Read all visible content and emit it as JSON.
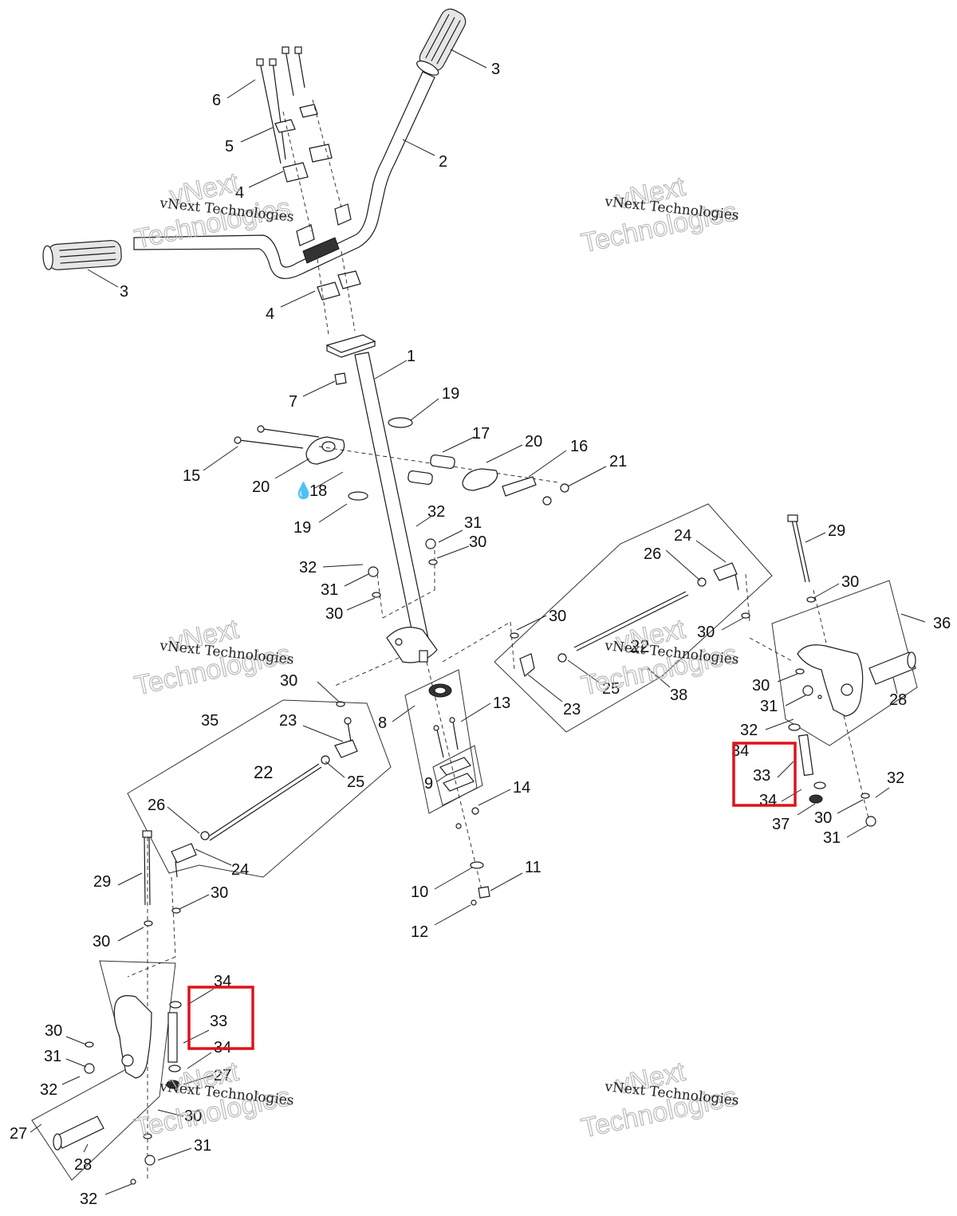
{
  "watermark": {
    "company": "vNext Technologies",
    "brand_line1": "vNext",
    "brand_line2": "Technologies"
  },
  "callouts": {
    "c1": "1",
    "c2": "2",
    "c3a": "3",
    "c3b": "3",
    "c4a": "4",
    "c4b": "4",
    "c5": "5",
    "c6": "6",
    "c7": "7",
    "c8": "8",
    "c9": "9",
    "c10": "10",
    "c11": "11",
    "c12": "12",
    "c13": "13",
    "c14": "14",
    "c15": "15",
    "c16": "16",
    "c17": "17",
    "c18": "18",
    "c19a": "19",
    "c19b": "19",
    "c20a": "20",
    "c20b": "20",
    "c21": "21",
    "c22a": "22",
    "c22b": "22",
    "c23a": "23",
    "c23b": "23",
    "c24a": "24",
    "c24b": "24",
    "c25a": "25",
    "c25b": "25",
    "c26a": "26",
    "c26b": "26",
    "c27a": "27",
    "c27b": "27",
    "c28a": "28",
    "c28b": "28",
    "c29a": "29",
    "c29b": "29",
    "c30a": "30",
    "c30b": "30",
    "c30c": "30",
    "c30d": "30",
    "c30e": "30",
    "c30f": "30",
    "c30g": "30",
    "c30h": "30",
    "c30i": "30",
    "c30j": "30",
    "c30k": "30",
    "c30l": "30",
    "c31a": "31",
    "c31b": "31",
    "c31c": "31",
    "c31d": "31",
    "c31e": "31",
    "c32a": "32",
    "c32b": "32",
    "c32c": "32",
    "c32d": "32",
    "c32e": "32",
    "c33a": "33",
    "c33b": "33",
    "c34a": "34",
    "c34b": "34",
    "c34c": "34",
    "c34d": "34",
    "c35": "35",
    "c36": "36",
    "c37": "37",
    "c38": "38"
  },
  "highlight_color": "#e0121a"
}
